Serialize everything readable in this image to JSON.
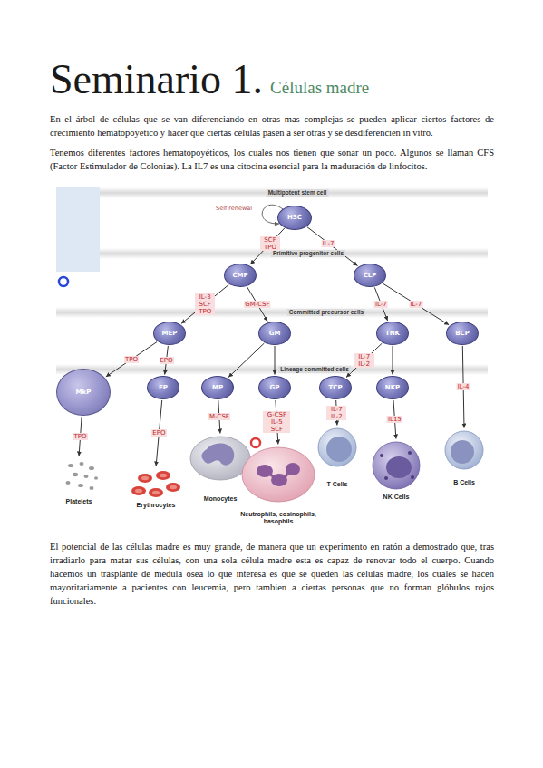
{
  "diagram": {
    "title": "Seminario 1.",
    "nodes": [
      {
        "text": [
          "HSC"
        ]
      },
      {
        "text": [
          "CMP"
        ]
      },
      {
        "text": [
          "CLP"
        ]
      },
      {
        "text": [
          "MEP"
        ]
      },
      {
        "text": [
          "GM"
        ]
      },
      {
        "text": [
          "TNK"
        ]
      },
      {
        "text": [
          "BCP"
        ]
      },
      {
        "text": [
          "MkP"
        ]
      },
      {
        "text": [
          "EP"
        ]
      },
      {
        "text": [
          "MP"
        ]
      },
      {
        "text": [
          "GP"
        ]
      },
      {
        "text": [
          "TCP"
        ]
      },
      {
        "text": [
          "NKP"
        ]
      },
      {
        "text": [
          "Platelets"
        ]
      },
      {
        "text": [
          "Erythrocytes"
        ]
      },
      {
        "text": [
          "Monocytes"
        ]
      },
      {
        "text": [
          "Neutrophils, eosinophils, basophils"
        ]
      },
      {
        "text": [
          "T Cells"
        ]
      },
      {
        "text": [
          "NK Cells"
        ]
      },
      {
        "text": [
          "B Cells"
        ]
      }
    ],
    "edges": [
      {
        "from": 0,
        "to": 1,
        "label": "SCF TPO",
        "arrow": "to"
      },
      {
        "from": 0,
        "to": 2,
        "label": "IL-7",
        "arrow": "to"
      },
      {
        "from": 1,
        "to": 3,
        "label": "IL-3 SCF TPO",
        "arrow": "to"
      },
      {
        "from": 1,
        "to": 4,
        "label": "GM-CSF",
        "arrow": "to"
      },
      {
        "from": 2,
        "to": 5,
        "label": "IL-7",
        "arrow": "to"
      },
      {
        "from": 2,
        "to": 6,
        "label": "IL-7",
        "arrow": "to"
      },
      {
        "from": 3,
        "to": 7,
        "label": "TPO",
        "arrow": "to"
      },
      {
        "from": 3,
        "to": 8,
        "label": "EPO",
        "arrow": "to"
      },
      {
        "from": 4,
        "to": 9,
        "arrow": "to"
      },
      {
        "from": 4,
        "to": 10,
        "arrow": "to"
      },
      {
        "from": 5,
        "to": 11,
        "label": "IL-7 IL-2",
        "arrow": "to"
      },
      {
        "from": 5,
        "to": 12,
        "arrow": "to"
      },
      {
        "from": 6,
        "to": 19,
        "label": "IL-4",
        "arrow": "to"
      },
      {
        "from": 7,
        "to": 13,
        "label": "TPO",
        "arrow": "to"
      },
      {
        "from": 8,
        "to": 14,
        "label": "EPO",
        "arrow": "to"
      },
      {
        "from": 9,
        "to": 15,
        "label": "M-CSF",
        "arrow": "to"
      },
      {
        "from": 10,
        "to": 16,
        "label": "G-CSF IL-5 SCF",
        "arrow": "to"
      },
      {
        "from": 11,
        "to": 17,
        "label": "IL-7 IL-2",
        "arrow": "to"
      },
      {
        "from": 12,
        "to": 18,
        "label": "IL15",
        "arrow": "to"
      }
    ],
    "labels": [
      "Células madre",
      "En el árbol de células que se van diferenciando en otras mas complejas se pueden aplicar ciertos factores de crecimiento hematopoyético y hacer que ciertas células pasen a ser otras y se desdiferencien in vitro.",
      "Tenemos diferentes factores hematopoyéticos, los cuales nos tienen que sonar un poco. Algunos se llaman CFS (Factor Estimulador de Colonias). La IL7 es una citocina esencial para la maduración de linfocitos.",
      "Multipotent stem cell",
      "Self renewal",
      "Primitive progenitor cells",
      "Committed precursor cells",
      "Lineage committed cells",
      "El potencial de las células madre es muy grande, de manera que un experimento en ratón a demostrado que, tras irradiarlo para matar sus células, con una sola célula madre esta es capaz de renovar todo el cuerpo. Cuando hacemos un trasplante de medula ósea lo que interesa es que se queden las células madre, los cuales se hacen mayoritariamente a pacientes con leucemia, pero tambien a ciertas personas que no forman glóbulos rojos funcionales."
    ]
  }
}
